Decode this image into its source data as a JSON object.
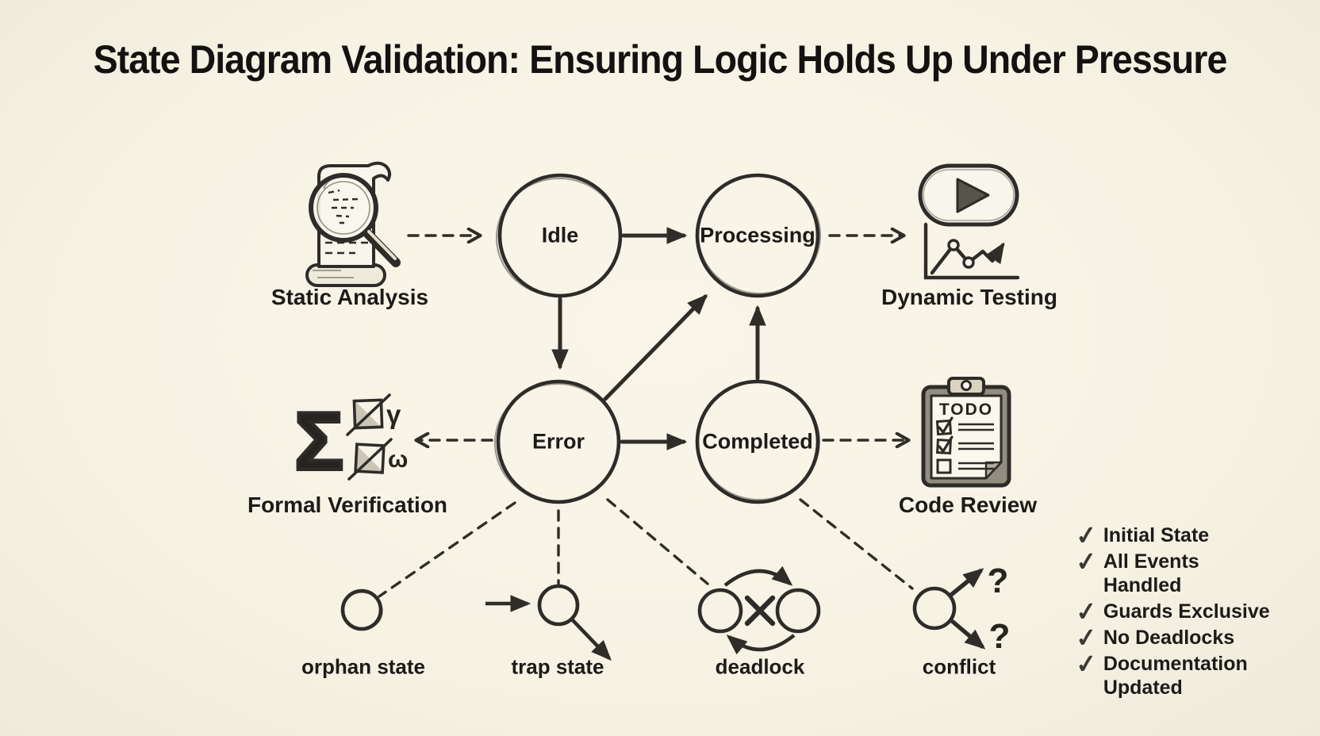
{
  "title": "State Diagram Validation: Ensuring Logic Holds Up Under Pressure",
  "colors": {
    "background": "#f6f2e4",
    "ink": "#2f2d28"
  },
  "states": [
    {
      "id": "idle",
      "label": "Idle"
    },
    {
      "id": "processing",
      "label": "Processing"
    },
    {
      "id": "error",
      "label": "Error"
    },
    {
      "id": "completed",
      "label": "Completed"
    }
  ],
  "transitions": [
    {
      "from": "Idle",
      "to": "Processing",
      "style": "solid"
    },
    {
      "from": "Idle",
      "to": "Error",
      "style": "solid"
    },
    {
      "from": "Error",
      "to": "Processing",
      "style": "solid"
    },
    {
      "from": "Error",
      "to": "Completed",
      "style": "solid"
    },
    {
      "from": "Completed",
      "to": "Processing",
      "style": "solid"
    }
  ],
  "methods": [
    {
      "id": "static-analysis",
      "label": "Static Analysis",
      "icon": "magnifier-scroll-icon"
    },
    {
      "id": "dynamic-testing",
      "label": "Dynamic Testing",
      "icon": "play-button-chart-icon"
    },
    {
      "id": "formal-verification",
      "label": "Formal Verification",
      "icon": "sigma-checkbox-icon",
      "glyphs": {
        "sigma": "Σ",
        "gamma": "γ",
        "omega": "ω"
      }
    },
    {
      "id": "code-review",
      "label": "Code Review",
      "icon": "todo-clipboard-icon",
      "clipboard_title": "TODO"
    }
  ],
  "issues": [
    {
      "id": "orphan-state",
      "label": "orphan state"
    },
    {
      "id": "trap-state",
      "label": "trap state"
    },
    {
      "id": "deadlock",
      "label": "deadlock"
    },
    {
      "id": "conflict",
      "label": "conflict",
      "question_mark": "?"
    }
  ],
  "checklist": {
    "check_glyph": "✓",
    "items": [
      "Initial State",
      "All Events Handled",
      "Guards Exclusive",
      "No Deadlocks",
      "Documentation Updated"
    ]
  }
}
